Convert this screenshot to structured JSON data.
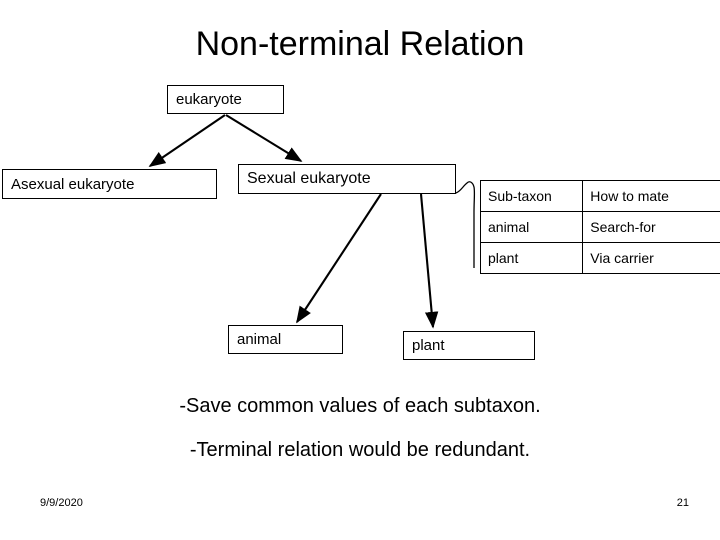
{
  "slide": {
    "title": "Non-terminal Relation",
    "page_background": "#ffffff",
    "ink_color": "#000000"
  },
  "diagram": {
    "nodes": [
      {
        "id": "eukaryote",
        "label": "eukaryote"
      },
      {
        "id": "asexual",
        "label": "Asexual eukaryote"
      },
      {
        "id": "sexual",
        "label": "Sexual eukaryote"
      },
      {
        "id": "animal",
        "label": "animal"
      },
      {
        "id": "plant",
        "label": "plant"
      }
    ],
    "edges": [
      {
        "from": "eukaryote",
        "to": "asexual",
        "style": "arrow"
      },
      {
        "from": "eukaryote",
        "to": "sexual",
        "style": "arrow"
      },
      {
        "from": "sexual",
        "to": "animal",
        "style": "arrow"
      },
      {
        "from": "sexual",
        "to": "plant",
        "style": "arrow"
      },
      {
        "from": "sexual",
        "to": "table",
        "style": "squiggle"
      }
    ]
  },
  "table": {
    "headers": [
      "Sub-taxon",
      "How to mate"
    ],
    "rows": [
      [
        "animal",
        "Search-for"
      ],
      [
        "plant",
        "Via carrier"
      ]
    ]
  },
  "bullets": [
    "-Save common values of each subtaxon.",
    "-Terminal relation would be redundant."
  ],
  "footer": {
    "date": "9/9/2020",
    "page_number": "21"
  }
}
